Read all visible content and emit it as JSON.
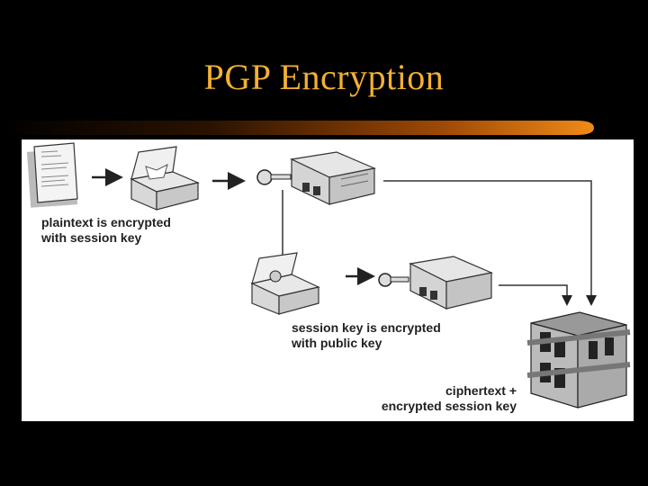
{
  "slide": {
    "title": "PGP Encryption",
    "colors": {
      "background": "#000000",
      "title": "#f3b033",
      "bar_start": "#000000",
      "bar_end": "#e07a10",
      "panel": "#ffffff"
    }
  },
  "diagram": {
    "captions": {
      "step1_line1": "plaintext is encrypted",
      "step1_line2": "with session key",
      "step2_line1": "session key is encrypted",
      "step2_line2": "with public key",
      "result_line1": "ciphertext +",
      "result_line2": "encrypted session key"
    },
    "icons": [
      "document-icon",
      "open-box-icon",
      "key-icon",
      "locked-box-icon",
      "safe-icon"
    ]
  }
}
